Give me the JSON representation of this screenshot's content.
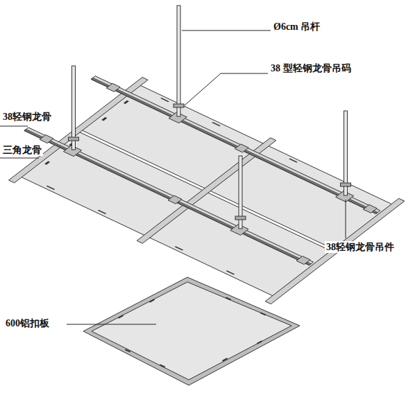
{
  "diagram": {
    "labels": [
      "Ø6cm 吊杆",
      "38 型轻钢龙骨吊码",
      "38轻钢龙骨",
      "三角龙骨",
      "38轻钢龙骨吊件",
      "600铝扣板"
    ]
  }
}
